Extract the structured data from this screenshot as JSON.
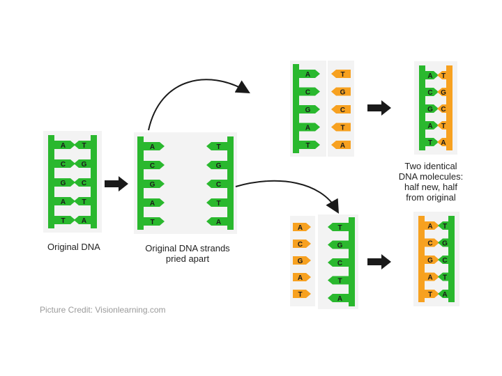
{
  "colors": {
    "original_strand": "#2ab82e",
    "new_strand": "#f7a120",
    "panel_bg": "#f3f3f3",
    "arrow": "#1a1a1a",
    "letter": "#1a1a1a"
  },
  "diagram": {
    "original_dna": {
      "pairs": [
        [
          "A",
          "T"
        ],
        [
          "C",
          "G"
        ],
        [
          "G",
          "C"
        ],
        [
          "A",
          "T"
        ],
        [
          "T",
          "A"
        ]
      ]
    },
    "pried_apart": {
      "left": [
        "A",
        "C",
        "G",
        "A",
        "T"
      ],
      "right": [
        "T",
        "G",
        "C",
        "T",
        "A"
      ]
    },
    "top_separated": {
      "old": [
        "A",
        "C",
        "G",
        "A",
        "T"
      ],
      "new": [
        "T",
        "G",
        "C",
        "T",
        "A"
      ]
    },
    "top_result": {
      "pairs": [
        [
          "A",
          "T"
        ],
        [
          "C",
          "G"
        ],
        [
          "G",
          "C"
        ],
        [
          "A",
          "T"
        ],
        [
          "T",
          "A"
        ]
      ]
    },
    "bottom_separated": {
      "new": [
        "A",
        "C",
        "G",
        "A",
        "T"
      ],
      "old": [
        "T",
        "G",
        "C",
        "T",
        "A"
      ]
    },
    "bottom_result": {
      "pairs": [
        [
          "A",
          "T"
        ],
        [
          "C",
          "G"
        ],
        [
          "G",
          "C"
        ],
        [
          "A",
          "T"
        ],
        [
          "T",
          "A"
        ]
      ]
    }
  },
  "labels": {
    "original_dna": "Original DNA",
    "pried_apart_line1": "Original DNA strands",
    "pried_apart_line2": "pried apart",
    "result_line1": "Two identical",
    "result_line2": "DNA molecules:",
    "result_line3": "half new, half",
    "result_line4": "from original"
  },
  "credit": "Picture Credit: Visionlearning.com"
}
